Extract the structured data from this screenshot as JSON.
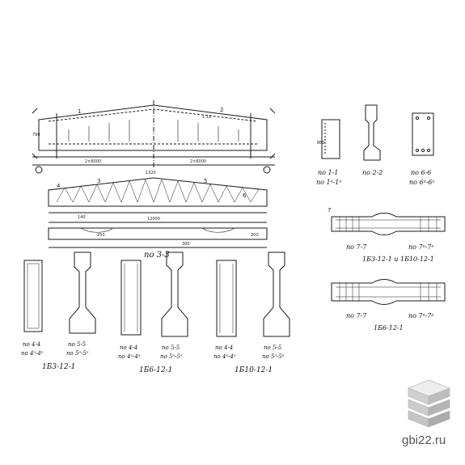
{
  "sheet": {
    "views": {
      "section_3_3": "по 3-3",
      "section_1_1": "по 1-1",
      "section_1_1a": "по 1ᵃ-1ᵃ",
      "section_2_2": "по 2-2",
      "section_6_6": "по 6-6",
      "section_6_6a": "по 6ᵃ-6ᵃ",
      "section_7_7_top": "по 7-7",
      "section_7_7a_top": "по 7ᵃ-7ᵃ",
      "section_7_7_bottom": "по 7-7",
      "section_7_7a_bottom": "по 7ᵃ-7ᵃ"
    },
    "groups": {
      "top_right_caption": "1Б3-12-1 и 1Б10-12-1",
      "bottom_right_caption": "1Б6-12-1",
      "bottom_captions": [
        "1Б3-12-1",
        "1Б6-12-1",
        "1Б10-12-1"
      ]
    },
    "bottom_sections": {
      "s4_4": "по 4-4",
      "s4_4a": "по 4ᵃ-4ᵃ",
      "s5_5": "по 5-5",
      "s5_5a": "по 5ᵃ-5ᵃ"
    },
    "callouts": [
      "1",
      "2",
      "3",
      "4",
      "5",
      "6",
      "7"
    ],
    "dimensions": [
      "1:12",
      "2×6000",
      "12000",
      "790",
      "880",
      "1320",
      "140",
      "250",
      "300",
      "200"
    ]
  },
  "watermark": {
    "text": "gbi22.ru",
    "icon": "stacked-slabs-logo-icon",
    "colors": {
      "top": "#e6e6e6",
      "middle": "#cfcfcf",
      "bottom": "#b8b8b8"
    }
  },
  "colors": {
    "ink": "#1a1a1a",
    "paper": "#ffffff"
  }
}
